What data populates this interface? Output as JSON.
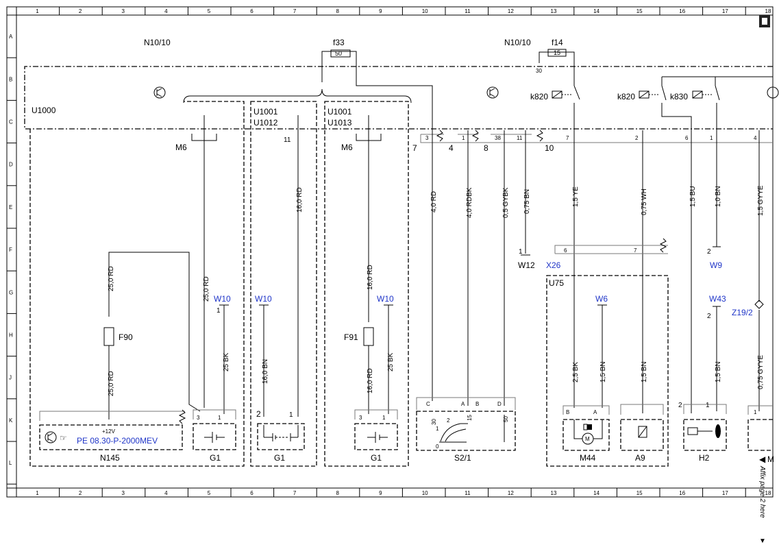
{
  "grid": {
    "columns": [
      "1",
      "2",
      "3",
      "4",
      "5",
      "6",
      "7",
      "8",
      "9",
      "10",
      "11",
      "12",
      "13",
      "14",
      "15",
      "16",
      "17",
      "18"
    ],
    "rows": [
      "A",
      "B",
      "C",
      "D",
      "E",
      "F",
      "G",
      "H",
      "J",
      "K",
      "L"
    ]
  },
  "labels": {
    "n10_left": "N10/10",
    "n10_right": "N10/10",
    "f33": "f33",
    "f33_val": "50",
    "f14": "f14",
    "f14_val": "15",
    "f14_pin": "30",
    "u1000": "U1000",
    "u1001a": "U1001",
    "u1012": "U1012",
    "u1001b": "U1001",
    "u1013": "U1013",
    "m6a": "M6",
    "m6b": "M6",
    "pin11": "11",
    "k820a": "k820",
    "k820b": "k820",
    "k830": "k830",
    "w12": "W12",
    "x26": "X26",
    "w9": "W9",
    "u75": "U75",
    "w6": "W6",
    "w43": "W43",
    "z192": "Z19/2",
    "w10a": "W10",
    "w10b": "W10",
    "w10c": "W10",
    "f90": "F90",
    "f91": "F91",
    "pe_ref": "PE 08.30-P-2000MEV",
    "plus12": "+12V",
    "n145": "N145",
    "g1a": "G1",
    "g1b": "G1",
    "g1c": "G1",
    "s21": "S2/1",
    "m44": "M44",
    "a9": "A9",
    "h2": "H2",
    "m_cut": "M",
    "affix": "Affix page 2 here"
  },
  "connector_pins": {
    "p3": "3",
    "p4": "4",
    "p1": "1",
    "p38": "38",
    "p11": "11",
    "p7": "7",
    "p2": "2",
    "p6": "6",
    "p4b": "4",
    "grp7": "7",
    "grp4": "4",
    "grp8": "8",
    "grp10": "10",
    "w12_1": "1",
    "w9_2": "2",
    "w43_2": "2",
    "w10_1a": "1",
    "x26_6": "6",
    "x26_7": "7",
    "n145_3": "3",
    "n145_1": "1",
    "g1_2": "2",
    "g1_1": "1",
    "g1c_3": "3",
    "g1c_1": "1",
    "s_c": "C",
    "s_a": "A",
    "s_b": "B",
    "s_d": "D",
    "s_30": "30",
    "s_15": "15",
    "s_50": "50",
    "s_1": "1",
    "s_2": "2",
    "s_0": "0",
    "m_b": "B",
    "m_a": "A",
    "h_2": "2",
    "h_1": "1",
    "cut_1": "1"
  },
  "wires": {
    "w_4rd": "4,0 RD",
    "w_4rdbk": "4,0 RDBK",
    "w_05gybk": "0,5 GYBK",
    "w_075bn": "0,75 BN",
    "w_15ye": "1,5 YE",
    "w_075wh": "0,75 WH",
    "w_15bu": "1,5 BU",
    "w_10bn": "1,0 BN",
    "w_15gyye": "1,5 GYYE",
    "w_25rd_a": "25,0 RD",
    "w_25rd_b": "25,0 RD",
    "w_25rd_c": "25,0 RD",
    "w_16rd_a": "16,0 RD",
    "w_16rd_b": "16,0 RD",
    "w_16rd_c": "16,0 RD",
    "w_25bk_a": "25 BK",
    "w_25bk_b": "25 BK",
    "w_16bn": "16,0 BN",
    "w_25bk_m": "2,5 BK",
    "w_15bn_m": "1,5 BN",
    "w_15bn_a": "1,5 BN",
    "w_15bn_w": "1,5 BN",
    "w_075gyye": "0,75 GYYE"
  },
  "colors": {
    "line": "#000000",
    "reference": "#1f35c8",
    "background": "#ffffff"
  }
}
